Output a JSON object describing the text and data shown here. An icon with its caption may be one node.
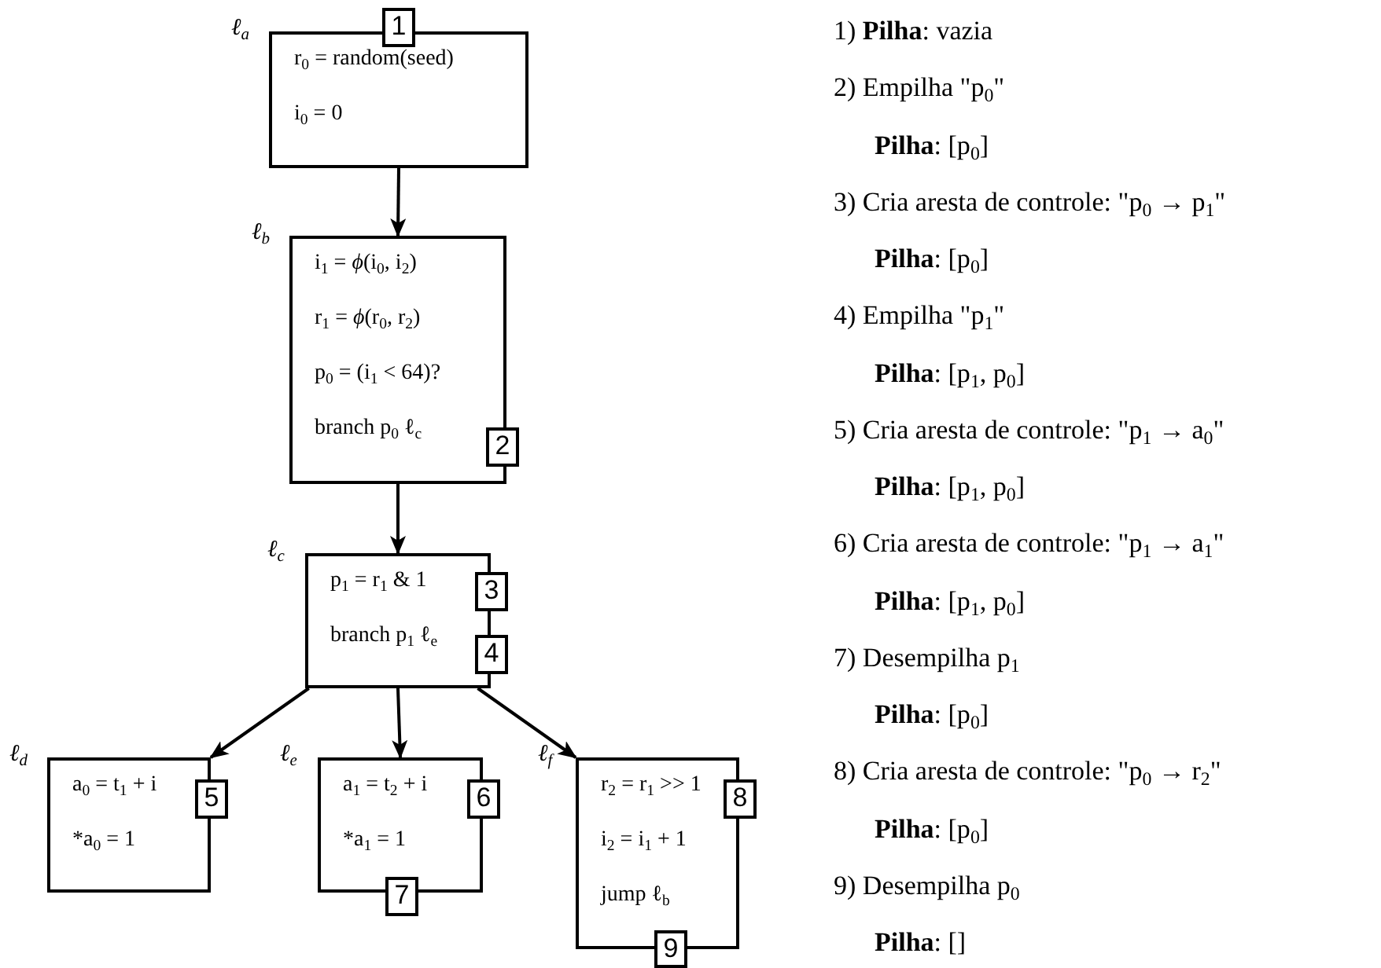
{
  "diagram": {
    "nodes": [
      {
        "text": [
          "r$_{0}$ = random(seed)",
          "i$_{0}$ = 0"
        ],
        "beside": [
          "ℓ$_{a}$"
        ]
      },
      {
        "text": [
          "1"
        ]
      },
      {
        "text": [
          "i$_{1}$ = *ϕ*(i$_{0}$, i$_{2}$)",
          "r$_{1}$ = *ϕ*(r$_{0}$, r$_{2}$)",
          "p$_{0}$ = (i$_{1}$ < 64)?",
          "branch p$_{0}$ ℓ$_{c}$"
        ],
        "beside": [
          "ℓ$_{b}$"
        ]
      },
      {
        "text": [
          "2"
        ]
      },
      {
        "text": [
          "p$_{1}$ = r$_{1}$ & 1",
          "branch p$_{1}$ ℓ$_{e}$"
        ],
        "beside": [
          "ℓ$_{c}$"
        ]
      },
      {
        "text": [
          "3"
        ]
      },
      {
        "text": [
          "4"
        ]
      },
      {
        "text": [
          "a$_{0}$ = t$_{1}$ + i",
          "*a$_{0}$ = 1"
        ],
        "beside": [
          "ℓ$_{d}$"
        ]
      },
      {
        "text": [
          "5"
        ]
      },
      {
        "text": [
          "a$_{1}$ = t$_{2}$ + i",
          "*a$_{1}$ = 1"
        ],
        "beside": [
          "ℓ$_{e}$"
        ]
      },
      {
        "text": [
          "6"
        ]
      },
      {
        "text": [
          "7"
        ]
      },
      {
        "text": [
          "r$_{2}$ = r$_{1}$ >> 1",
          "i$_{2}$ = i$_{1}$ + 1",
          "jump ℓ$_{b}$"
        ],
        "beside": [
          "ℓ$_{f}$"
        ]
      },
      {
        "text": [
          "8"
        ]
      },
      {
        "text": [
          "9"
        ]
      }
    ],
    "edges": [
      {
        "from": 0,
        "to": 2,
        "arrow": "to"
      },
      {
        "from": 2,
        "to": 4,
        "arrow": "to"
      },
      {
        "from": 4,
        "to": 7,
        "arrow": "to"
      },
      {
        "from": 4,
        "to": 9,
        "arrow": "to"
      },
      {
        "from": 4,
        "to": 12,
        "arrow": "to"
      }
    ],
    "labels": [
      "1) **Pilha**: vazia",
      "2) Empilha \"p$_{0}$\"",
      "**Pilha**: [p$_{0}$]",
      "3) Cria aresta de controle: \"p$_{0}$ → p$_{1}$\"",
      "**Pilha**: [p$_{0}$]",
      "4) Empilha \"p$_{1}$\"",
      "**Pilha**: [p$_{1}$, p$_{0}$]",
      "5) Cria aresta de controle: \"p$_{1}$ → a$_{0}$\"",
      "**Pilha**: [p$_{1}$, p$_{0}$]",
      "6) Cria aresta de controle: \"p$_{1}$ → a$_{1}$\"",
      "**Pilha**: [p$_{1}$, p$_{0}$]",
      "7) Desempilha p$_{1}$",
      "**Pilha**: [p$_{0}$]",
      "8) Cria aresta de controle: \"p$_{0}$ → r$_{2}$\"",
      "**Pilha**: [p$_{0}$]",
      "9) Desempilha p$_{0}$",
      "**Pilha**: []"
    ]
  }
}
